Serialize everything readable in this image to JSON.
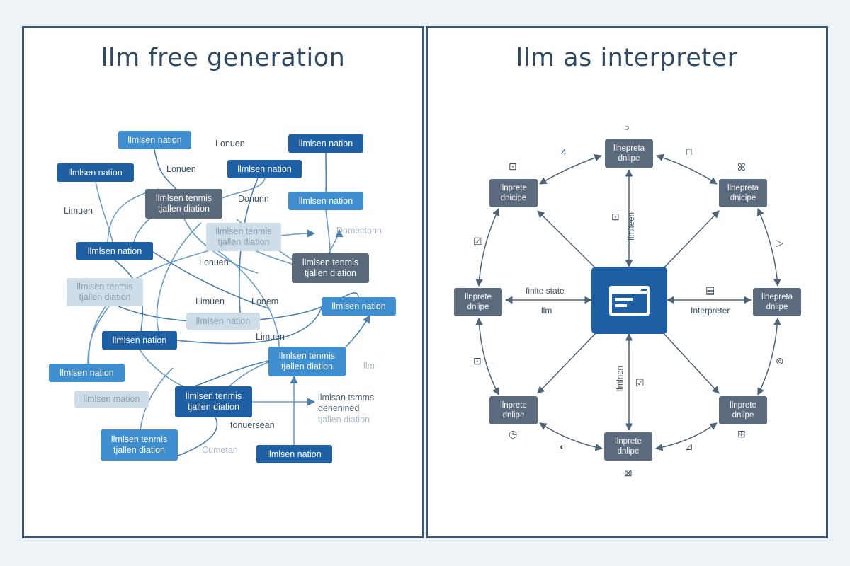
{
  "left": {
    "title": "llm free generation",
    "nodes": [
      {
        "id": "n1",
        "text": "llmlsen nation",
        "style": "mid"
      },
      {
        "id": "n2",
        "text": "llmlsen nation",
        "style": "dark"
      },
      {
        "id": "n3",
        "text": "llmlsen nation",
        "style": "dark"
      },
      {
        "id": "n4",
        "text": "llmlsen nation",
        "style": "dark"
      },
      {
        "id": "n5",
        "text": "llmlsen tenmis\ntjallen diation",
        "style": "gray"
      },
      {
        "id": "n6",
        "text": "llmlsen nation",
        "style": "mid"
      },
      {
        "id": "n7",
        "text": "llmlsen tenmis\ntjallen diation",
        "style": "pale"
      },
      {
        "id": "n8",
        "text": "llmlsen nation",
        "style": "dark"
      },
      {
        "id": "n9",
        "text": "llmlsen tenmis\ntjallen diation",
        "style": "gray"
      },
      {
        "id": "n10",
        "text": "llmlsen tenmis\ntjallen diation",
        "style": "pale"
      },
      {
        "id": "n11",
        "text": "llmlsen nation",
        "style": "mid"
      },
      {
        "id": "n12",
        "text": "llmlsen nation",
        "style": "pale"
      },
      {
        "id": "n13",
        "text": "llmlsen nation",
        "style": "dark"
      },
      {
        "id": "n14",
        "text": "llmlsen tenmis\ntjallen diation",
        "style": "mid"
      },
      {
        "id": "n15",
        "text": "llmlsen nation",
        "style": "mid"
      },
      {
        "id": "n16",
        "text": "llmlsen mation",
        "style": "pale"
      },
      {
        "id": "n17",
        "text": "llmlsen tenmis\ntjallen diation",
        "style": "dark"
      },
      {
        "id": "n18",
        "text": "llmlsen tenmis\ntjallen diation",
        "style": "mid"
      },
      {
        "id": "n19",
        "text": "llmlsen nation",
        "style": "dark"
      }
    ],
    "labels": [
      {
        "id": "l1",
        "text": "Lonuen",
        "tone": "dark"
      },
      {
        "id": "l2",
        "text": "Lonuen",
        "tone": "dark"
      },
      {
        "id": "l3",
        "text": "Limuen",
        "tone": "dark"
      },
      {
        "id": "l4",
        "text": "Donunn",
        "tone": "dark"
      },
      {
        "id": "l5",
        "text": "Domectonn",
        "tone": "light"
      },
      {
        "id": "l6",
        "text": "Lonuen",
        "tone": "dark"
      },
      {
        "id": "l7",
        "text": "Limuen",
        "tone": "dark"
      },
      {
        "id": "l8",
        "text": "Lonem",
        "tone": "dark"
      },
      {
        "id": "l9",
        "text": "Limuen",
        "tone": "dark"
      },
      {
        "id": "l10",
        "text": "llm",
        "tone": "light"
      },
      {
        "id": "l11",
        "text": "llmlsan tsmms\ndenenined",
        "tone": "mid"
      },
      {
        "id": "l11b",
        "text": "tjallen diation",
        "tone": "light"
      },
      {
        "id": "l12",
        "text": "tonuersean",
        "tone": "dark"
      },
      {
        "id": "l13",
        "text": "Cumetan",
        "tone": "light"
      }
    ]
  },
  "right": {
    "title": "llm as interpreter",
    "nodes": [
      {
        "id": "r1",
        "text": "llnepreta\ndnlipe"
      },
      {
        "id": "r2",
        "text": "llnprete\ndnicipe"
      },
      {
        "id": "r3",
        "text": "llnepreta\ndnicipe"
      },
      {
        "id": "r4",
        "text": "llnprete\ndnlipe"
      },
      {
        "id": "r5",
        "text": "llnepreta\ndnlipe"
      },
      {
        "id": "r6",
        "text": "llnprete\ndnlipe"
      },
      {
        "id": "r7",
        "text": "llnprete\ndnlipe"
      },
      {
        "id": "r8",
        "text": "llnprete\ndnlipe"
      }
    ],
    "labels": {
      "finite_state": "finite state",
      "llm": "llm",
      "interpreter": "Interpreter",
      "vertical_top": "llmlteen",
      "vertical_bottom": "llmlnen"
    },
    "icons": [
      {
        "id": "i1",
        "glyph": "○",
        "name": "circle-outline-icon"
      },
      {
        "id": "i2",
        "glyph": "4",
        "name": "number-four-icon"
      },
      {
        "id": "i3",
        "glyph": "⊓",
        "name": "corner-bracket-icon"
      },
      {
        "id": "i4",
        "glyph": "⊡",
        "name": "small-box-icon"
      },
      {
        "id": "i5",
        "glyph": "ꕤ",
        "name": "scissors-icon"
      },
      {
        "id": "i6",
        "glyph": "☑",
        "name": "checkbox-icon"
      },
      {
        "id": "i7",
        "glyph": "▷",
        "name": "play-outline-icon"
      },
      {
        "id": "i8",
        "glyph": "⊡",
        "name": "image-box-icon"
      },
      {
        "id": "i9",
        "glyph": "▤",
        "name": "document-icon"
      },
      {
        "id": "i10",
        "glyph": "⊡",
        "name": "checkbox-small-icon"
      },
      {
        "id": "i11",
        "glyph": "⊚",
        "name": "target-icon"
      },
      {
        "id": "i12",
        "glyph": "☑",
        "name": "check-icon"
      },
      {
        "id": "i13",
        "glyph": "◷",
        "name": "clock-icon"
      },
      {
        "id": "i14",
        "glyph": "◐",
        "name": "half-circle-icon"
      },
      {
        "id": "i15",
        "glyph": "⊿",
        "name": "triangle-icon"
      },
      {
        "id": "i16",
        "glyph": "⊞",
        "name": "grid-icon"
      },
      {
        "id": "i17",
        "glyph": "⊠",
        "name": "cross-box-icon"
      }
    ]
  },
  "colors": {
    "border": "#3a5670",
    "title": "#2f4a62",
    "dark_blue": "#1f5fa3",
    "mid_blue": "#3f8fd0",
    "slate": "#5a6a7c",
    "pale": "#cfdde9",
    "edge_left": "#5a8fbf",
    "edge_right": "#4f6275"
  }
}
